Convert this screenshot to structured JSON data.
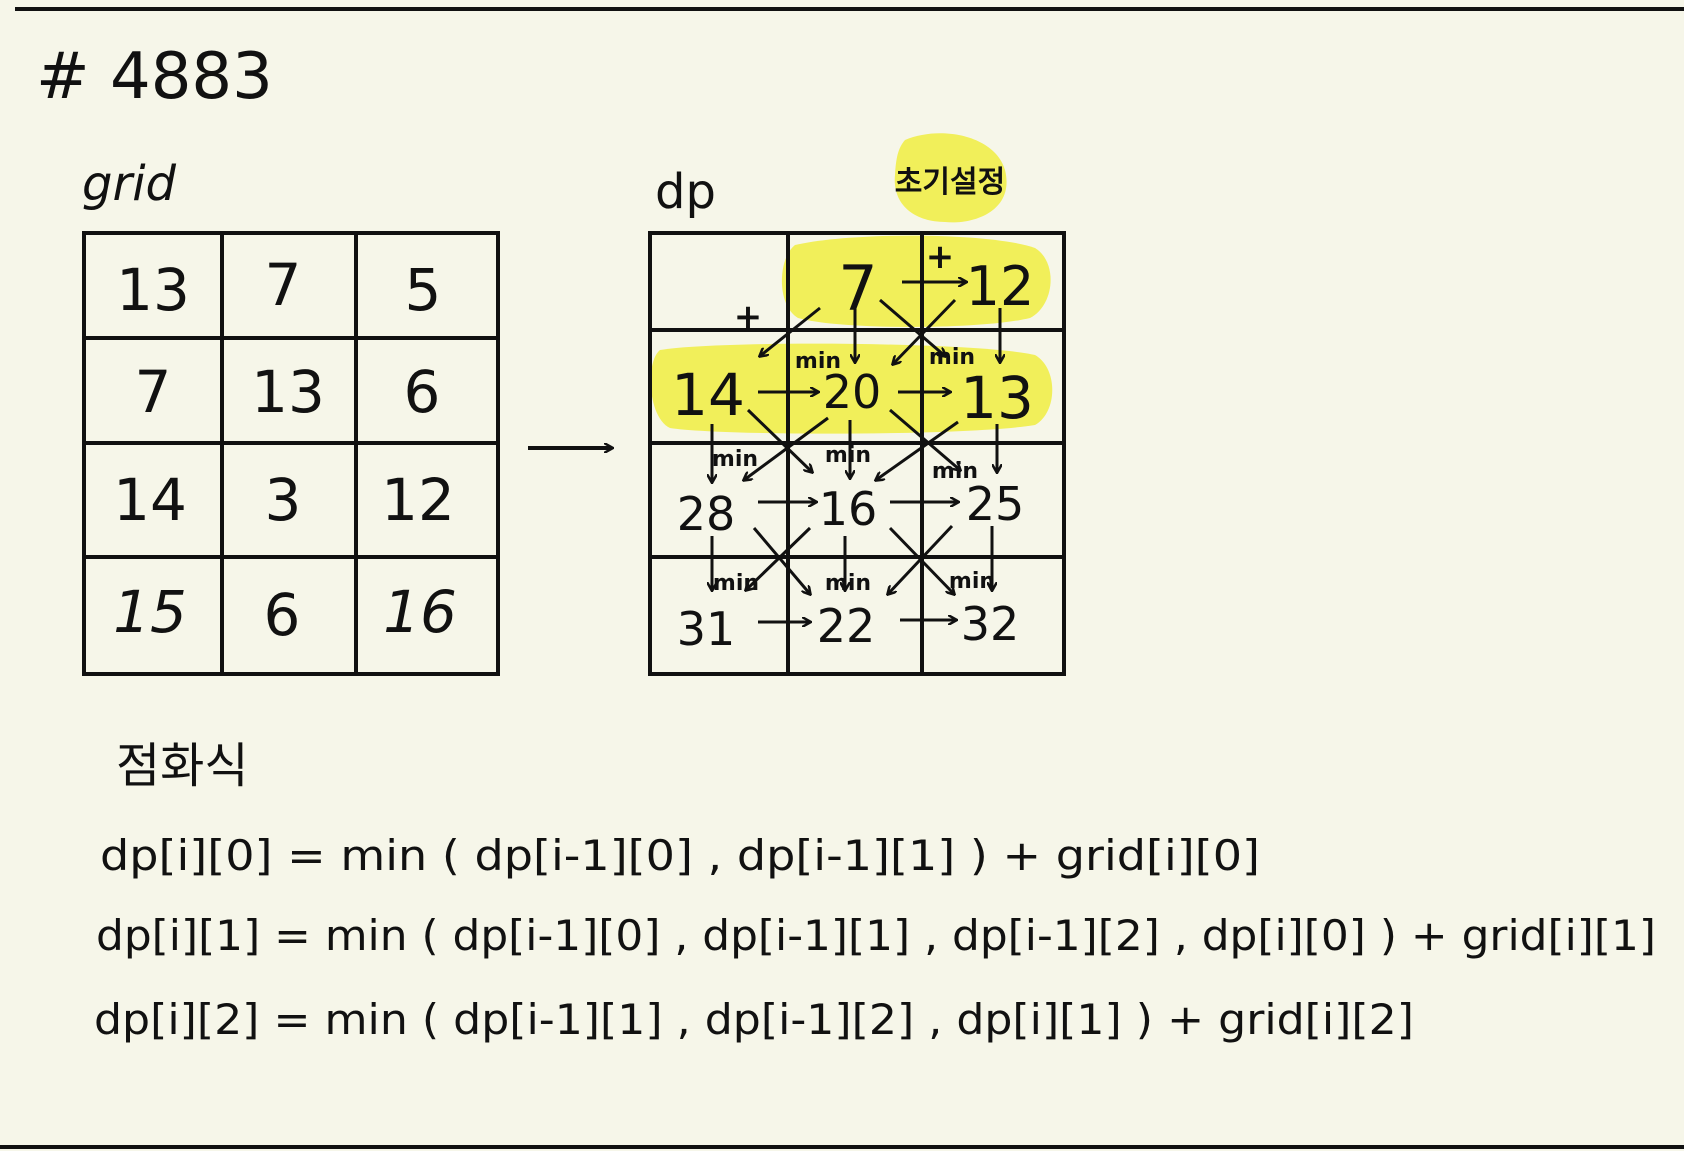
{
  "title": "# 4883",
  "grid": {
    "label": "grid",
    "rows": [
      [
        "13",
        "7",
        "5"
      ],
      [
        "7",
        "13",
        "6"
      ],
      [
        "14",
        "3",
        "12"
      ],
      [
        "15",
        "6",
        "16"
      ]
    ]
  },
  "dp": {
    "label": "dp",
    "init_badge": "초기설정",
    "rows": [
      [
        "",
        "7",
        "12"
      ],
      [
        "14",
        "20",
        "13"
      ],
      [
        "28",
        "16",
        "25"
      ],
      [
        "31",
        "22",
        "32"
      ]
    ]
  },
  "annotations": {
    "min": "min",
    "plus": "+"
  },
  "recurrence": {
    "label": "점화식",
    "lines": [
      "dp[i][0] = min ( dp[i-1][0] , dp[i-1][1] ) + grid[i][0]",
      "dp[i][1] = min ( dp[i-1][0] , dp[i-1][1] , dp[i-1][2] , dp[i][0] ) + grid[i][1]",
      "dp[i][2] = min ( dp[i-1][1] , dp[i-1][2] , dp[i][1] ) + grid[i][2]"
    ]
  },
  "colors": {
    "highlight": "#f1ef5a",
    "blue": "#3f7fe8",
    "teal": "#2f7f7a",
    "ink": "#111111"
  }
}
